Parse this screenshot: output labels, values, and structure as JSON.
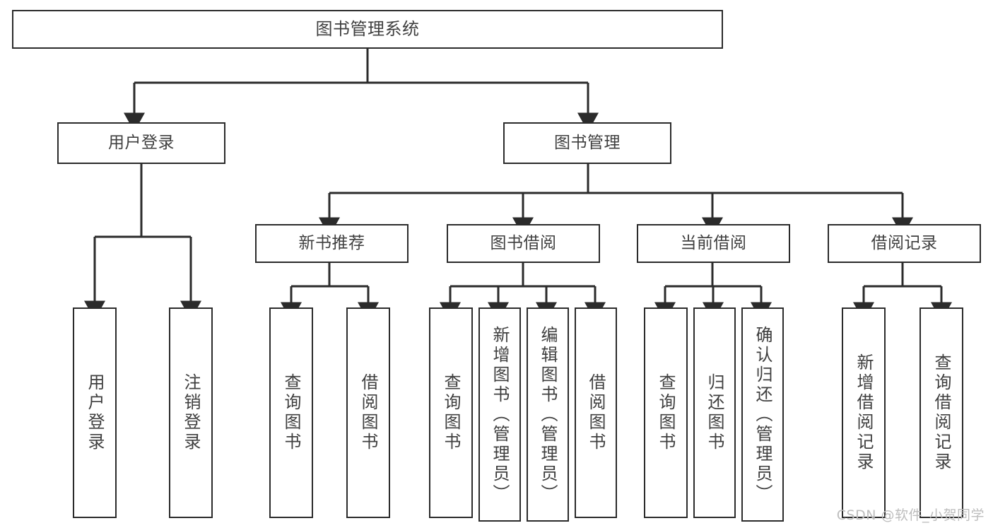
{
  "diagram": {
    "type": "tree-hierarchy",
    "title": "图书管理系统",
    "orientation": "top-down",
    "line_color": "#2b2b2b",
    "text_color": "#3f3f3f",
    "box_fill": "#ffffff"
  },
  "nodes": {
    "root": {
      "label": "图书管理系统",
      "level": 0
    },
    "l1": [
      {
        "id": "user-login",
        "label": "用户登录",
        "level": 1
      },
      {
        "id": "book-manage",
        "label": "图书管理",
        "level": 1
      }
    ],
    "l2": [
      {
        "id": "new-book-recommend",
        "label": "新书推荐",
        "level": 2,
        "parent": "book-manage"
      },
      {
        "id": "book-borrow",
        "label": "图书借阅",
        "level": 2,
        "parent": "book-manage"
      },
      {
        "id": "current-borrow",
        "label": "当前借阅",
        "level": 2,
        "parent": "book-manage"
      },
      {
        "id": "borrow-record",
        "label": "借阅记录",
        "level": 2,
        "parent": "book-manage"
      }
    ],
    "leaves": [
      {
        "id": "leaf-user-login",
        "label": "用户登录",
        "parent": "user-login"
      },
      {
        "id": "leaf-logout-login",
        "label": "注销登录",
        "parent": "user-login"
      },
      {
        "id": "leaf-query-book-1",
        "label": "查询图书",
        "parent": "new-book-recommend"
      },
      {
        "id": "leaf-borrow-book-1",
        "label": "借阅图书",
        "parent": "new-book-recommend"
      },
      {
        "id": "leaf-query-book-2",
        "label": "查询图书",
        "parent": "book-borrow"
      },
      {
        "id": "leaf-add-book-admin",
        "label": "新增图书（管理员）",
        "parent": "book-borrow"
      },
      {
        "id": "leaf-edit-book-admin",
        "label": "编辑图书（管理员）",
        "parent": "book-borrow"
      },
      {
        "id": "leaf-borrow-book-2",
        "label": "借阅图书",
        "parent": "book-borrow"
      },
      {
        "id": "leaf-query-book-3",
        "label": "查询图书",
        "parent": "current-borrow"
      },
      {
        "id": "leaf-return-book",
        "label": "归还图书",
        "parent": "current-borrow"
      },
      {
        "id": "leaf-confirm-return-admin",
        "label": "确认归还（管理员）",
        "parent": "current-borrow"
      },
      {
        "id": "leaf-add-borrow-record",
        "label": "新增借阅记录",
        "parent": "borrow-record"
      },
      {
        "id": "leaf-query-borrow-record",
        "label": "查询借阅记录",
        "parent": "borrow-record"
      }
    ]
  },
  "watermark": {
    "text": "CSDN @软件_小贺同学"
  }
}
